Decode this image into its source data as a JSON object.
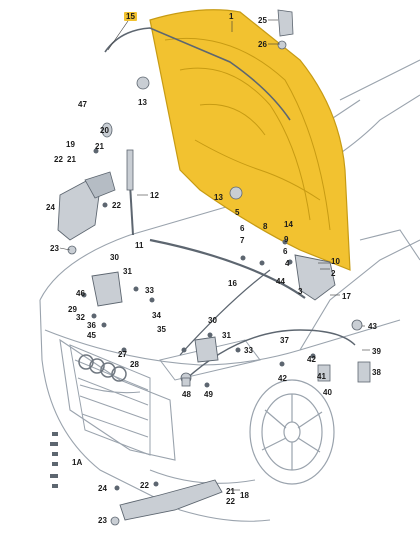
{
  "colors": {
    "hood": "#f2c230",
    "hood_edge": "#c79b13",
    "car_outline": "#9aa3ad",
    "part_fill": "#c9ced4",
    "part_edge": "#5d6670",
    "leader": "#3a3a3a"
  },
  "callouts": {
    "c15": "15",
    "c1": "1",
    "c25": "25",
    "c26": "26",
    "c13a": "13",
    "c47": "47",
    "c19": "19",
    "c20": "20",
    "c22a": "22",
    "c21a": "21",
    "c12": "12",
    "c24a": "24",
    "c23a": "23",
    "c11": "11",
    "c13b": "13",
    "c5": "5",
    "c6a": "6",
    "c8": "8",
    "c7": "7",
    "c14": "14",
    "c9": "9",
    "c6b": "6",
    "c10": "10",
    "c4": "4",
    "c2": "2",
    "c44": "44",
    "c3": "3",
    "c17": "17",
    "c16": "16",
    "c30a": "30",
    "c31a": "31",
    "c46": "46",
    "c33a": "33",
    "c29": "29",
    "c32": "32",
    "c34": "34",
    "c35": "35",
    "c36": "36",
    "c45": "45",
    "c27": "27",
    "c28": "28",
    "c30b": "30",
    "c31b": "31",
    "c33b": "33",
    "c37": "37",
    "c43": "43",
    "c39": "39",
    "c38": "38",
    "c42a": "42",
    "c42b": "42",
    "c41": "41",
    "c40": "40",
    "c48": "48",
    "c49": "49",
    "c1a": "1A",
    "c24b": "24",
    "c22b": "22",
    "c21b": "21",
    "c18": "18",
    "c23b": "23"
  }
}
